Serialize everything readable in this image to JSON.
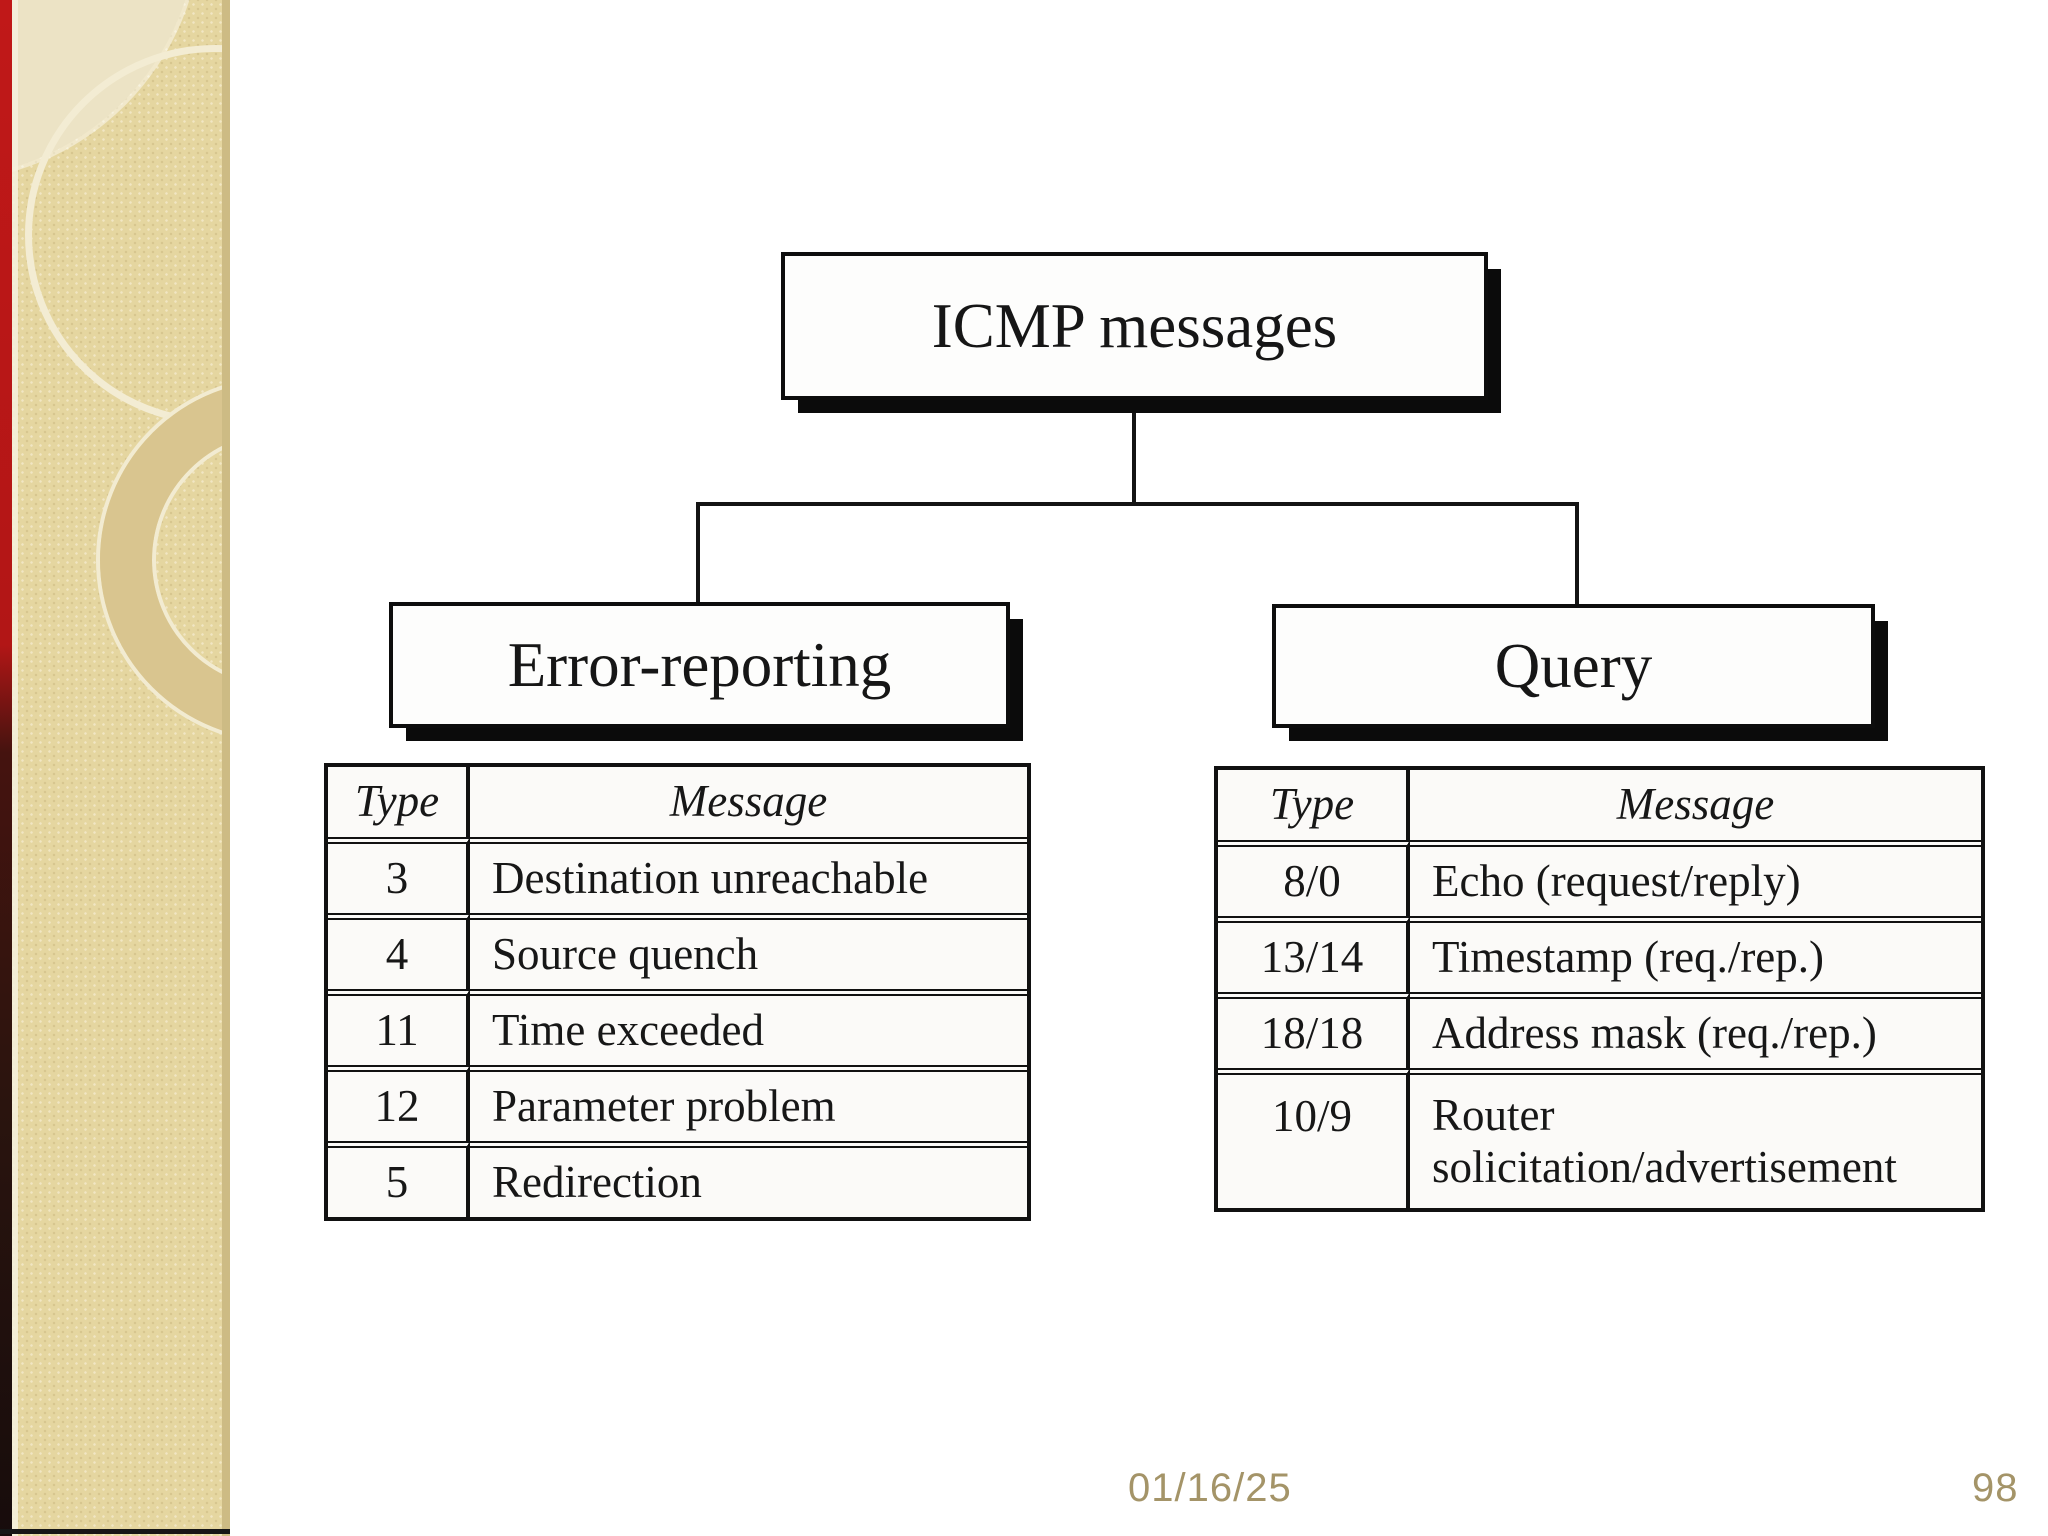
{
  "slide": {
    "footer": {
      "date": "01/16/25",
      "page_number": "98"
    }
  },
  "diagram": {
    "root_label": "ICMP messages",
    "branches": [
      {
        "label": "Error-reporting",
        "table": {
          "headers": [
            "Type",
            "Message"
          ],
          "rows": [
            [
              "3",
              "Destination unreachable"
            ],
            [
              "4",
              "Source quench"
            ],
            [
              "11",
              "Time exceeded"
            ],
            [
              "12",
              "Parameter problem"
            ],
            [
              "5",
              "Redirection"
            ]
          ]
        }
      },
      {
        "label": "Query",
        "table": {
          "headers": [
            "Type",
            "Message"
          ],
          "rows": [
            [
              "8/0",
              "Echo (request/reply)"
            ],
            [
              "13/14",
              "Timestamp (req./rep.)"
            ],
            [
              "18/18",
              "Address mask (req./rep.)"
            ],
            [
              "10/9",
              "Router solicitation/advertisement"
            ]
          ]
        }
      }
    ]
  },
  "colors": {
    "page_background": "#ffffff",
    "sidebar_tan": "#e5d6a0",
    "sidebar_edge_red": "#b51a1a",
    "diagram_line": "#111111",
    "box_fill": "#fdfdfc",
    "footer_text": "#a49468"
  }
}
